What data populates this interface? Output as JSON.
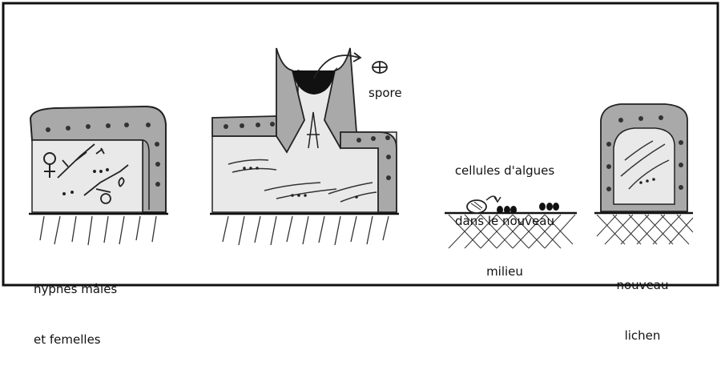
{
  "labels": {
    "hyphae": [
      "hyphes mâles",
      "et femelles"
    ],
    "spore": "spore",
    "algae": [
      "cellules d'algues",
      "dans le nouveau",
      "milieu"
    ],
    "new_lichen": [
      "nouveau",
      "lichen"
    ]
  },
  "colors": {
    "frame": "#111111",
    "cortex_gray": "#a9a9a9",
    "medulla_light": "#e9e9e9",
    "dark_cup": "#111111",
    "ink": "#222222"
  }
}
